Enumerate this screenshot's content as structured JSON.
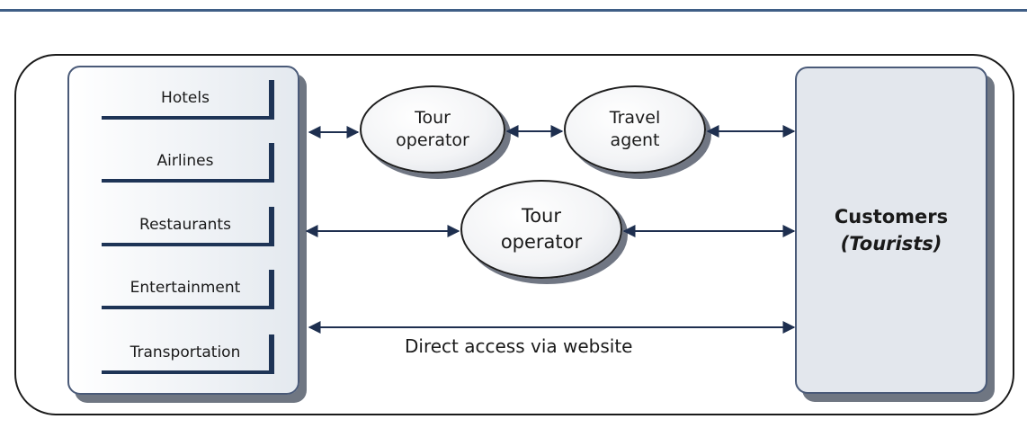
{
  "suppliers": [
    "Hotels",
    "Airlines",
    "Restaurants",
    "Entertainment",
    "Transportation"
  ],
  "intermediaries": {
    "tour_operator_a": [
      "Tour",
      "operator"
    ],
    "travel_agent": [
      "Travel",
      "agent"
    ],
    "tour_operator_b": [
      "Tour",
      "operator"
    ]
  },
  "customers": {
    "title": "Customers",
    "subtitle": "(Tourists)"
  },
  "direct_channel": "Direct access via website",
  "colors": {
    "rule": "#3f5e86",
    "box_border": "#1e3456",
    "arrow": "#1e2f4f",
    "panel_shadow": "#6f7682"
  }
}
